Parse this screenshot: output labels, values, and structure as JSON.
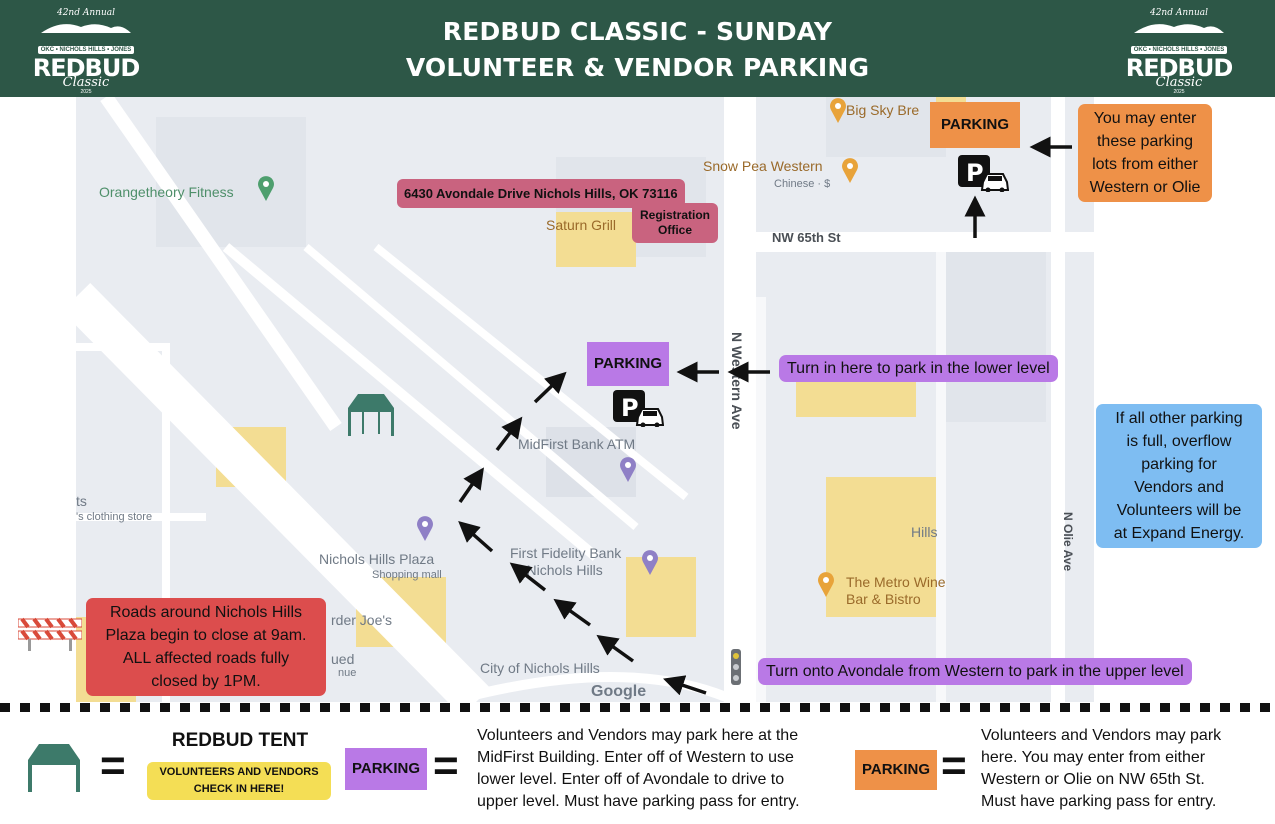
{
  "header": {
    "title_line1": "REDBUD CLASSIC - SUNDAY",
    "title_line2": "VOLUNTEER & VENDOR PARKING",
    "logo": {
      "tagline": "42nd Annual",
      "band": "OKC • NICHOLS HILLS • JONES",
      "name": "REDBUD",
      "sub": "Classic",
      "year": "2025"
    }
  },
  "map": {
    "pois": {
      "big_sky": "Big Sky Bre",
      "snow_pea": "Snow Pea Western",
      "snow_pea_sub": "Chinese · $",
      "orangetheory": "Orangetheory Fitness",
      "saturn": "Saturn Grill",
      "midfirst": "MidFirst Bank ATM",
      "first_fidelity_1": "First Fidelity Bank",
      "first_fidelity_2": "- Nichols Hills",
      "nichols_plaza": "Nichols Hills Plaza",
      "nichols_plaza_sub": "Shopping mall",
      "trader_joes": "rder Joe's",
      "city": "City of Nichols Hills",
      "metro_1": "The Metro Wine",
      "metro_2": "Bar & Bistro",
      "clothing_1": "ts",
      "clothing_2": "'s clothing store",
      "ued": "ued",
      "nue": "nue",
      "hills": "Hills",
      "google": "Google"
    },
    "roads": {
      "nw65": "NW 65th St",
      "western": "N Western Ave",
      "olie": "N Olie Ave"
    },
    "callouts": {
      "address": "6430 Avondale Drive Nichols Hills, OK 73116",
      "registration_1": "Registration",
      "registration_2": "Office",
      "parking_purple": "PARKING",
      "parking_orange": "PARKING",
      "enter_1": "You may enter",
      "enter_2": "these parking",
      "enter_3": "lots from either",
      "enter_4": "Western or Olie",
      "turn_lower": "Turn in here to park in the lower level",
      "turn_upper": "Turn onto Avondale from Western to park in the upper level",
      "overflow_1": "If all other parking",
      "overflow_2": "is full, overflow",
      "overflow_3": "parking for",
      "overflow_4": "Vendors and",
      "overflow_5": "Volunteers will be",
      "overflow_6": "at Expand Energy.",
      "roads_1": "Roads around Nichols Hills",
      "roads_2": "Plaza begin to close at 9am.",
      "roads_3": "ALL affected roads fully",
      "roads_4": "closed by 1PM."
    }
  },
  "legend": {
    "tent_title": "REDBUD TENT",
    "tent_sub_1": "VOLUNTEERS AND VENDORS",
    "tent_sub_2": "CHECK IN HERE!",
    "purple_label": "PARKING",
    "purple_1": "Volunteers and Vendors may park here at the",
    "purple_2": "MidFirst Building. Enter off of Western to use",
    "purple_3": "lower level. Enter off of Avondale to drive to",
    "purple_4": "upper level. Must have parking pass for entry.",
    "orange_label": "PARKING",
    "orange_1": "Volunteers and Vendors may park",
    "orange_2": "here. You may enter from either",
    "orange_3": "Western or Olie on NW 65th St.",
    "orange_4": "Must have parking pass for entry."
  },
  "colors": {
    "header_bg": "#2d5747",
    "purple": "#b979e6",
    "orange": "#ee9148",
    "blue": "#7ebdf2",
    "red": "#dc4d4d",
    "pink": "#c9637f",
    "yellow": "#f4de55",
    "tent": "#3d7a6a"
  },
  "icons": [
    "parking-car-icon",
    "tent-icon",
    "road-barrier-icon",
    "arrow-icon",
    "map-pin-icon",
    "traffic-light-icon"
  ]
}
